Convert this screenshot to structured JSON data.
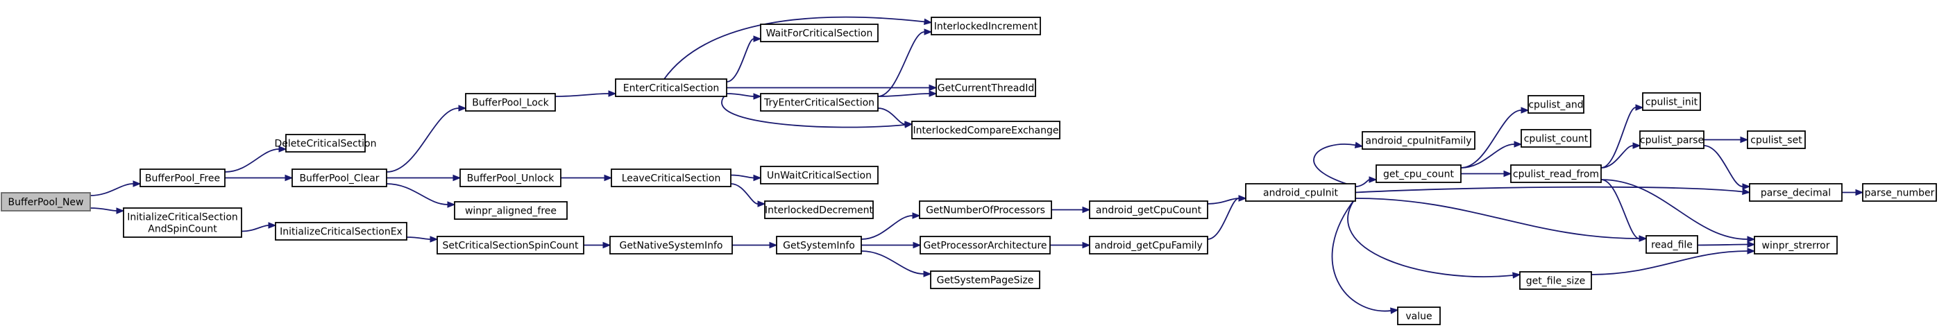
{
  "graph": {
    "colors": {
      "edge": "#191970",
      "node_border": "#000000",
      "root_fill": "#bfbfbf",
      "root_border": "#666666",
      "background": "#ffffff"
    },
    "nodes": [
      {
        "id": "n0",
        "lines": [
          "BufferPool_New"
        ],
        "root": true
      },
      {
        "id": "n1",
        "lines": [
          "BufferPool_Free"
        ]
      },
      {
        "id": "n2",
        "lines": [
          "InitializeCriticalSection",
          "AndSpinCount"
        ]
      },
      {
        "id": "n3",
        "lines": [
          "DeleteCriticalSection"
        ]
      },
      {
        "id": "n4",
        "lines": [
          "BufferPool_Clear"
        ]
      },
      {
        "id": "n5",
        "lines": [
          "InitializeCriticalSectionEx"
        ]
      },
      {
        "id": "n6",
        "lines": [
          "BufferPool_Lock"
        ]
      },
      {
        "id": "n7",
        "lines": [
          "BufferPool_Unlock"
        ]
      },
      {
        "id": "n8",
        "lines": [
          "winpr_aligned_free"
        ]
      },
      {
        "id": "n9",
        "lines": [
          "SetCriticalSectionSpinCount"
        ]
      },
      {
        "id": "n10",
        "lines": [
          "EnterCriticalSection"
        ]
      },
      {
        "id": "n11",
        "lines": [
          "LeaveCriticalSection"
        ]
      },
      {
        "id": "n12",
        "lines": [
          "GetNativeSystemInfo"
        ]
      },
      {
        "id": "n13",
        "lines": [
          "WaitForCriticalSection"
        ]
      },
      {
        "id": "n14",
        "lines": [
          "TryEnterCriticalSection"
        ]
      },
      {
        "id": "n15",
        "lines": [
          "UnWaitCriticalSection"
        ]
      },
      {
        "id": "n16",
        "lines": [
          "InterlockedDecrement"
        ]
      },
      {
        "id": "n17",
        "lines": [
          "GetSystemInfo"
        ]
      },
      {
        "id": "n18",
        "lines": [
          "InterlockedIncrement"
        ]
      },
      {
        "id": "n19",
        "lines": [
          "GetCurrentThreadId"
        ]
      },
      {
        "id": "n20",
        "lines": [
          "InterlockedCompareExchange"
        ]
      },
      {
        "id": "n21",
        "lines": [
          "GetNumberOfProcessors"
        ]
      },
      {
        "id": "n22",
        "lines": [
          "GetProcessorArchitecture"
        ]
      },
      {
        "id": "n23",
        "lines": [
          "GetSystemPageSize"
        ]
      },
      {
        "id": "n24",
        "lines": [
          "android_getCpuCount"
        ]
      },
      {
        "id": "n25",
        "lines": [
          "android_getCpuFamily"
        ]
      },
      {
        "id": "n26",
        "lines": [
          "android_cpuInit"
        ]
      },
      {
        "id": "n27",
        "lines": [
          "android_cpuInitFamily"
        ]
      },
      {
        "id": "n28",
        "lines": [
          "get_cpu_count"
        ]
      },
      {
        "id": "n29",
        "lines": [
          "get_file_size"
        ]
      },
      {
        "id": "n30",
        "lines": [
          "value"
        ]
      },
      {
        "id": "n31",
        "lines": [
          "cpulist_and"
        ]
      },
      {
        "id": "n32",
        "lines": [
          "cpulist_count"
        ]
      },
      {
        "id": "n33",
        "lines": [
          "cpulist_read_from"
        ]
      },
      {
        "id": "n34",
        "lines": [
          "cpulist_init"
        ]
      },
      {
        "id": "n35",
        "lines": [
          "cpulist_parse"
        ]
      },
      {
        "id": "n36",
        "lines": [
          "read_file"
        ]
      },
      {
        "id": "n37",
        "lines": [
          "cpulist_set"
        ]
      },
      {
        "id": "n38",
        "lines": [
          "parse_decimal"
        ]
      },
      {
        "id": "n39",
        "lines": [
          "winpr_strerror"
        ]
      },
      {
        "id": "n40",
        "lines": [
          "parse_number"
        ]
      }
    ],
    "edges": [
      [
        "n0",
        "n1"
      ],
      [
        "n0",
        "n2"
      ],
      [
        "n1",
        "n3"
      ],
      [
        "n1",
        "n4"
      ],
      [
        "n2",
        "n5"
      ],
      [
        "n4",
        "n6"
      ],
      [
        "n4",
        "n7"
      ],
      [
        "n4",
        "n8"
      ],
      [
        "n5",
        "n9"
      ],
      [
        "n6",
        "n10"
      ],
      [
        "n7",
        "n11"
      ],
      [
        "n9",
        "n12"
      ],
      [
        "n10",
        "n18"
      ],
      [
        "n10",
        "n13"
      ],
      [
        "n10",
        "n19"
      ],
      [
        "n10",
        "n14"
      ],
      [
        "n10",
        "n20"
      ],
      [
        "n14",
        "n18"
      ],
      [
        "n14",
        "n19"
      ],
      [
        "n14",
        "n20"
      ],
      [
        "n11",
        "n15"
      ],
      [
        "n11",
        "n16"
      ],
      [
        "n12",
        "n17"
      ],
      [
        "n17",
        "n21"
      ],
      [
        "n17",
        "n22"
      ],
      [
        "n17",
        "n23"
      ],
      [
        "n21",
        "n24"
      ],
      [
        "n22",
        "n25"
      ],
      [
        "n24",
        "n26"
      ],
      [
        "n25",
        "n26"
      ],
      [
        "n26",
        "n27"
      ],
      [
        "n26",
        "n28"
      ],
      [
        "n26",
        "n38"
      ],
      [
        "n26",
        "n36"
      ],
      [
        "n26",
        "n29"
      ],
      [
        "n26",
        "n30"
      ],
      [
        "n28",
        "n31"
      ],
      [
        "n28",
        "n32"
      ],
      [
        "n28",
        "n33"
      ],
      [
        "n33",
        "n34"
      ],
      [
        "n33",
        "n35"
      ],
      [
        "n33",
        "n36"
      ],
      [
        "n33",
        "n39"
      ],
      [
        "n35",
        "n37"
      ],
      [
        "n35",
        "n38"
      ],
      [
        "n38",
        "n40"
      ],
      [
        "n36",
        "n39"
      ],
      [
        "n29",
        "n39"
      ]
    ]
  }
}
